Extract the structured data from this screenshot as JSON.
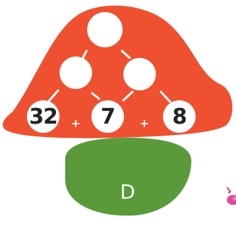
{
  "colors": {
    "cap": "#EE5030",
    "stem": "#5A9A3A",
    "circle": "#FFFFFF",
    "line": "#FFFFFF",
    "text_dark": "#222222",
    "text_light": "#FFFFFF"
  },
  "puzzle": {
    "numbers": [
      "32",
      "7",
      "8"
    ],
    "operators": [
      "+",
      "+"
    ],
    "stem_label": "D"
  }
}
